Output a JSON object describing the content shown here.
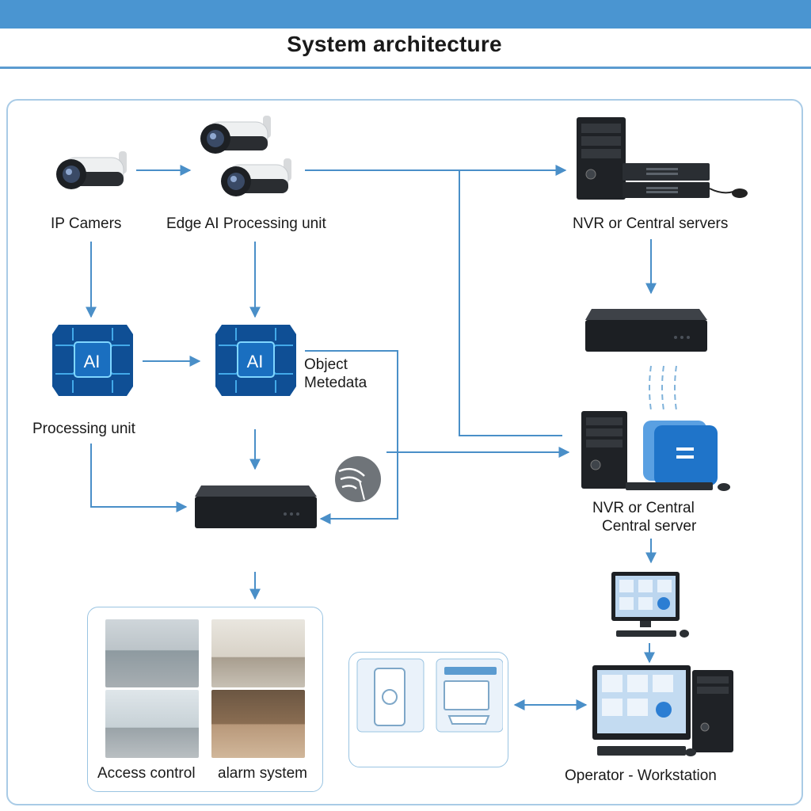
{
  "header": {
    "title": "System architecture"
  },
  "nodes": {
    "ip_cameras": "IP Camers",
    "edge_unit": "Edge AI Processing unit",
    "nvr_servers": "NVR or Central servers",
    "processing_unit": "Processing unit",
    "ai_chip_label": "AI",
    "object_metadata_line1": "Object",
    "object_metadata_line2": "Metedata",
    "nvr_central_line1": "NVR or Central",
    "nvr_central_line2": "Central server",
    "access_control": "Access control",
    "alarm_system": "alarm system",
    "operator_workstation": "Operator - Workstation"
  },
  "colors": {
    "accent": "#4a95d1",
    "arrow": "#4a8fc8",
    "chip_blue": "#1a6fc0",
    "frame": "#a9cbe6"
  },
  "icons": {
    "camera": "cctv-camera-icon",
    "chip": "ai-chip-icon",
    "recorder": "nvr-box-icon",
    "tower": "server-tower-icon",
    "monitor": "monitor-icon",
    "satellite": "signal-dish-icon"
  }
}
